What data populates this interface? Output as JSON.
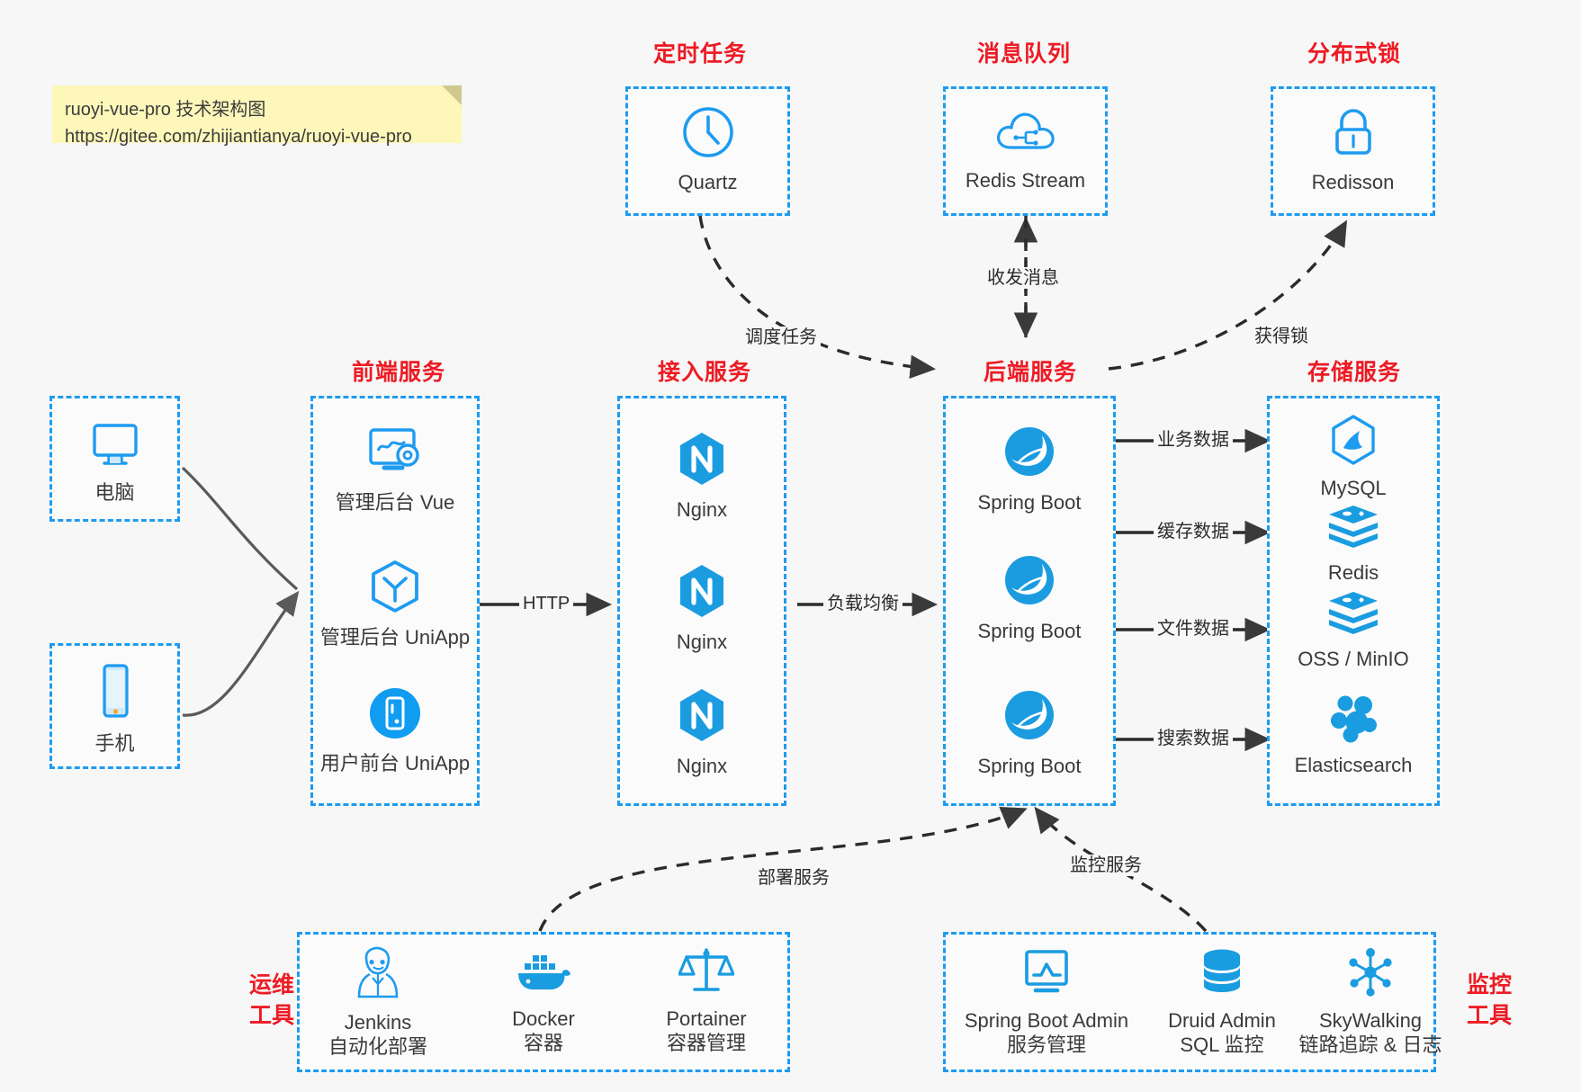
{
  "note": {
    "line1": "ruoyi-vue-pro 技术架构图",
    "line2": "https://gitee.com/zhijiantianya/ruoyi-vue-pro"
  },
  "groups": {
    "scheduled_task": "定时任务",
    "message_queue": "消息队列",
    "distributed_lock": "分布式锁",
    "frontend_service": "前端服务",
    "access_service": "接入服务",
    "backend_service": "后端服务",
    "storage_service": "存储服务",
    "devops_tools": "运维\n工具",
    "devops_tools_l1": "运维",
    "devops_tools_l2": "工具",
    "monitor_tools_l1": "监控",
    "monitor_tools_l2": "工具"
  },
  "nodes": {
    "quartz": {
      "label": "Quartz",
      "icon": "clock-icon"
    },
    "redis_stream": {
      "label": "Redis Stream",
      "icon": "cloud-stream-icon"
    },
    "redisson": {
      "label": "Redisson",
      "icon": "lock-icon"
    },
    "computer": {
      "label": "电脑",
      "icon": "desktop-monitor-icon"
    },
    "phone": {
      "label": "手机",
      "icon": "mobile-phone-icon"
    },
    "admin_vue": {
      "label": "管理后台 Vue",
      "icon": "dashboard-gear-icon"
    },
    "admin_uniapp": {
      "label": "管理后台 UniApp",
      "icon": "uniapp-cube-icon"
    },
    "user_uniapp": {
      "label": "用户前台 UniApp",
      "icon": "uniapp-circle-icon"
    },
    "nginx1": {
      "label": "Nginx",
      "icon": "nginx-icon"
    },
    "nginx2": {
      "label": "Nginx",
      "icon": "nginx-icon"
    },
    "nginx3": {
      "label": "Nginx",
      "icon": "nginx-icon"
    },
    "springboot1": {
      "label": "Spring Boot",
      "icon": "spring-boot-icon"
    },
    "springboot2": {
      "label": "Spring Boot",
      "icon": "spring-boot-icon"
    },
    "springboot3": {
      "label": "Spring Boot",
      "icon": "spring-boot-icon"
    },
    "mysql": {
      "label": "MySQL",
      "icon": "mysql-icon"
    },
    "redis": {
      "label": "Redis",
      "icon": "redis-icon"
    },
    "oss_minio": {
      "label": "OSS / MinIO",
      "icon": "redis-stack-icon"
    },
    "elasticsearch": {
      "label": "Elasticsearch",
      "icon": "elasticsearch-icon"
    },
    "jenkins": {
      "label": "Jenkins",
      "sublabel": "自动化部署",
      "icon": "jenkins-butler-icon"
    },
    "docker": {
      "label": "Docker",
      "sublabel": "容器",
      "icon": "docker-whale-icon"
    },
    "portainer": {
      "label": "Portainer",
      "sublabel": "容器管理",
      "icon": "scales-icon"
    },
    "spring_boot_admin": {
      "label": "Spring Boot Admin",
      "sublabel": "服务管理",
      "icon": "monitor-chart-icon"
    },
    "druid_admin": {
      "label": "Druid Admin",
      "sublabel": "SQL 监控",
      "icon": "database-icon"
    },
    "skywalking": {
      "label": "SkyWalking",
      "sublabel": "链路追踪 & 日志",
      "icon": "skywalking-node-icon"
    }
  },
  "edges": {
    "schedule_task": "调度任务",
    "send_receive_message": "收发消息",
    "acquire_lock": "获得锁",
    "http": "HTTP",
    "load_balance": "负载均衡",
    "business_data": "业务数据",
    "cache_data": "缓存数据",
    "file_data": "文件数据",
    "search_data": "搜索数据",
    "deploy_service": "部署服务",
    "monitor_service": "监控服务"
  },
  "colors": {
    "accent_blue": "#1E9BF0",
    "title_red": "#ED1B24",
    "note_yellow": "#fdf7b9",
    "background": "#f7f7f7",
    "edge_dark": "#3a3a3a"
  }
}
